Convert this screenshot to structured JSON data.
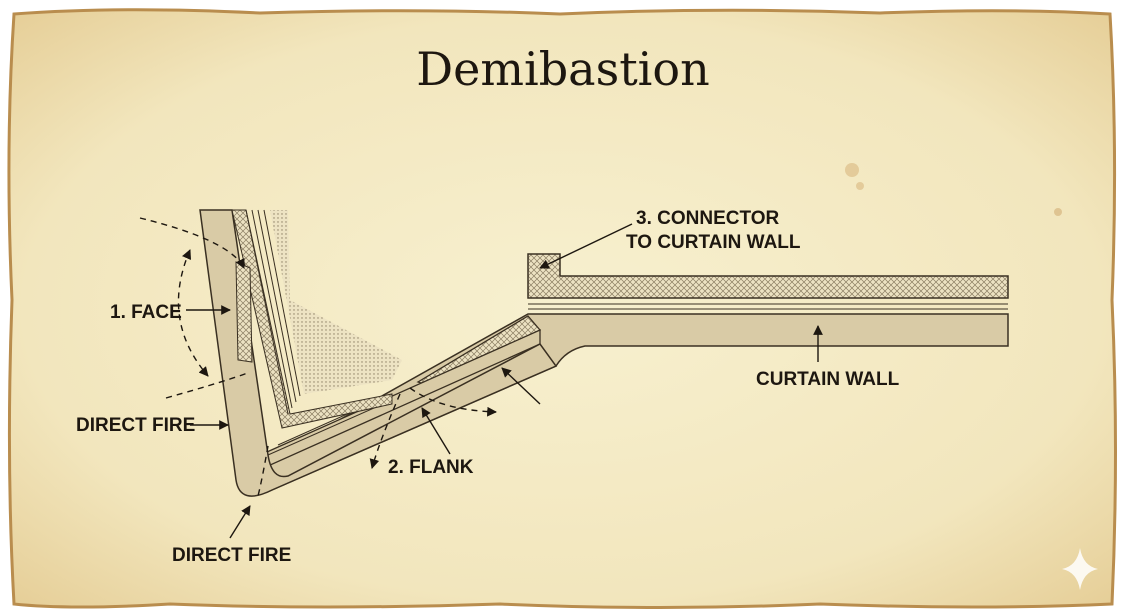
{
  "title": "Demibastion",
  "labels": {
    "face": "1. FACE",
    "direct_fire_left": "DIRECT FIRE",
    "direct_fire_bottom": "DIRECT FIRE",
    "flank": "2. FLANK",
    "connector_line1": "3. CONNECTOR",
    "connector_line2": "TO CURTAIN WALL",
    "curtain_wall": "CURTAIN WALL"
  },
  "colors": {
    "parchment": "#f5ecc6",
    "parchment_edge": "#c9a86a",
    "wall_fill": "#d9cba6",
    "hatch_fill": "#e6dab8",
    "ink": "#1d1710"
  },
  "icons": {
    "corner_mark": "sparkle-icon"
  }
}
